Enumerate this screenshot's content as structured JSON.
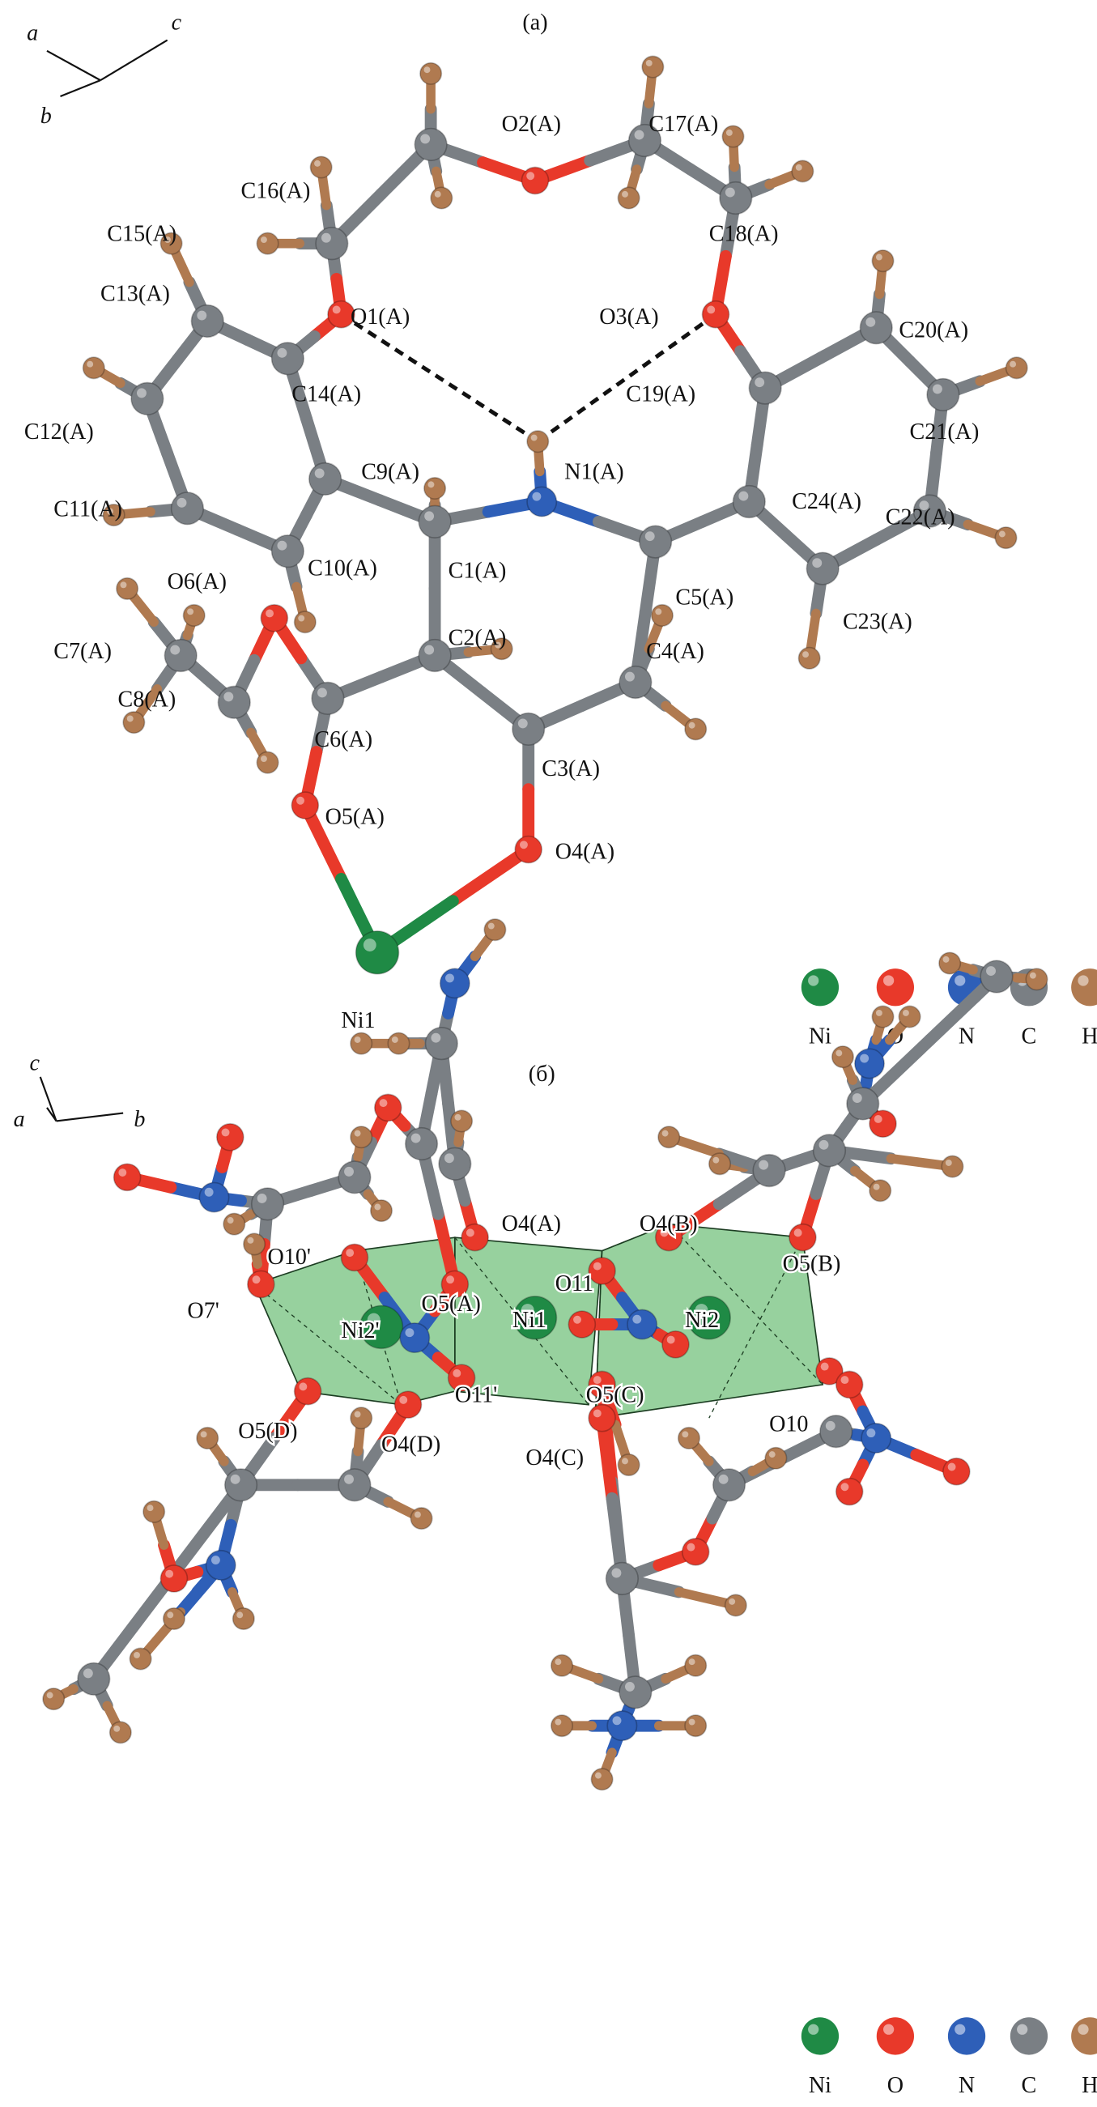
{
  "panel_a": {
    "title": "(a)",
    "axes": {
      "a": "a",
      "b": "b",
      "c": "c"
    },
    "labels": [
      "C16(A)",
      "O2(A)",
      "C17(A)",
      "C15(A)",
      "C18(A)",
      "C13(A)",
      "O1(A)",
      "O3(A)",
      "C20(A)",
      "C14(A)",
      "C19(A)",
      "C12(A)",
      "C21(A)",
      "C9(A)",
      "N1(A)",
      "C11(A)",
      "C24(A)",
      "C22(A)",
      "C10(A)",
      "C1(A)",
      "O6(A)",
      "C5(A)",
      "C23(A)",
      "C2(A)",
      "C7(A)",
      "C4(A)",
      "C8(A)",
      "C6(A)",
      "C3(A)",
      "O5(A)",
      "O4(A)",
      "Ni1"
    ],
    "legend": [
      "Ni",
      "O",
      "N",
      "C",
      "H"
    ]
  },
  "panel_b": {
    "title": "(б)",
    "axes": {
      "a": "a",
      "b": "b",
      "c": "c"
    },
    "labels": [
      "O4(A)",
      "O4(B)",
      "O10'",
      "O5(B)",
      "O11",
      "O5(A)",
      "O7'",
      "Ni2'",
      "Ni1",
      "Ni2",
      "O11'",
      "O5(C)",
      "O5(D)",
      "O10",
      "O4(D)",
      "O4(C)"
    ],
    "legend": [
      "Ni",
      "O",
      "N",
      "C",
      "H"
    ]
  },
  "colors": {
    "Ni": "#1f8a45",
    "O": "#e8392a",
    "N": "#2e5fb8",
    "C": "#7a7f84",
    "H": "#b07a50",
    "poly": "#5fb86a"
  }
}
